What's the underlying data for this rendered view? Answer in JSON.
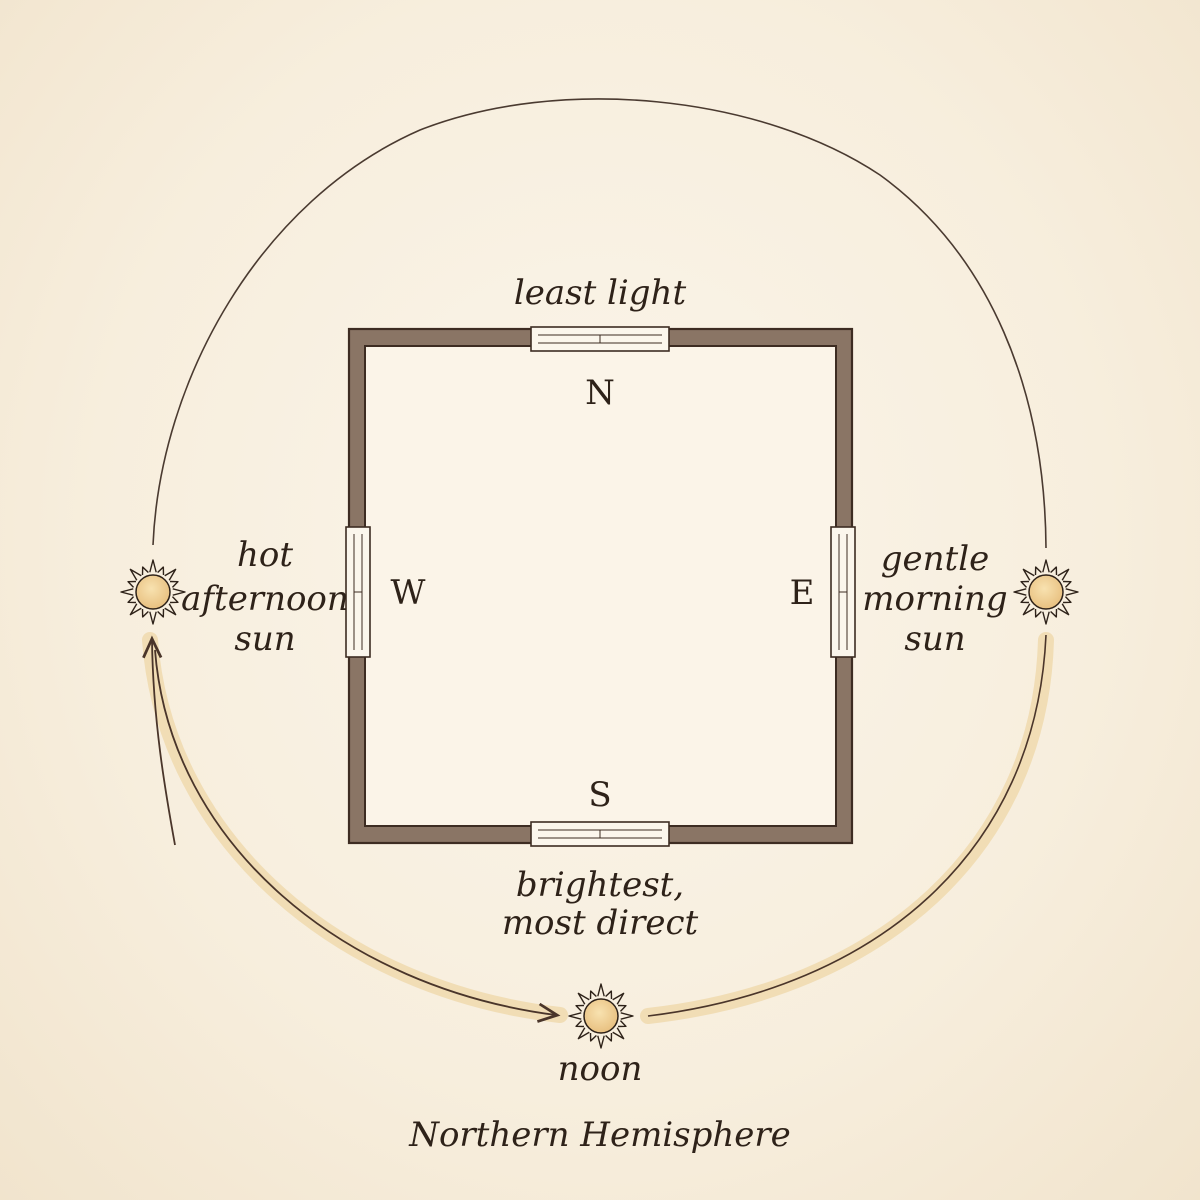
{
  "compass": {
    "north": "N",
    "south": "S",
    "east": "E",
    "west": "W"
  },
  "labels": {
    "north_window": "least light",
    "south_window_line1": "brightest,",
    "south_window_line2": "most direct",
    "west_line1": "hot",
    "west_line2": "afternoon",
    "west_line3": "sun",
    "east_line1": "gentle",
    "east_line2": "morning",
    "east_line3": "sun",
    "noon": "noon",
    "caption": "Northern Hemisphere"
  },
  "icons": {
    "sun": "sun-icon"
  },
  "colors": {
    "background": "#f8efe0",
    "wall": "#8a7565",
    "wall_outline": "#3d2c22",
    "sun_fill": "#efcf94",
    "sun_path_glow": "#f0dcb4",
    "ink": "#2e2219"
  }
}
